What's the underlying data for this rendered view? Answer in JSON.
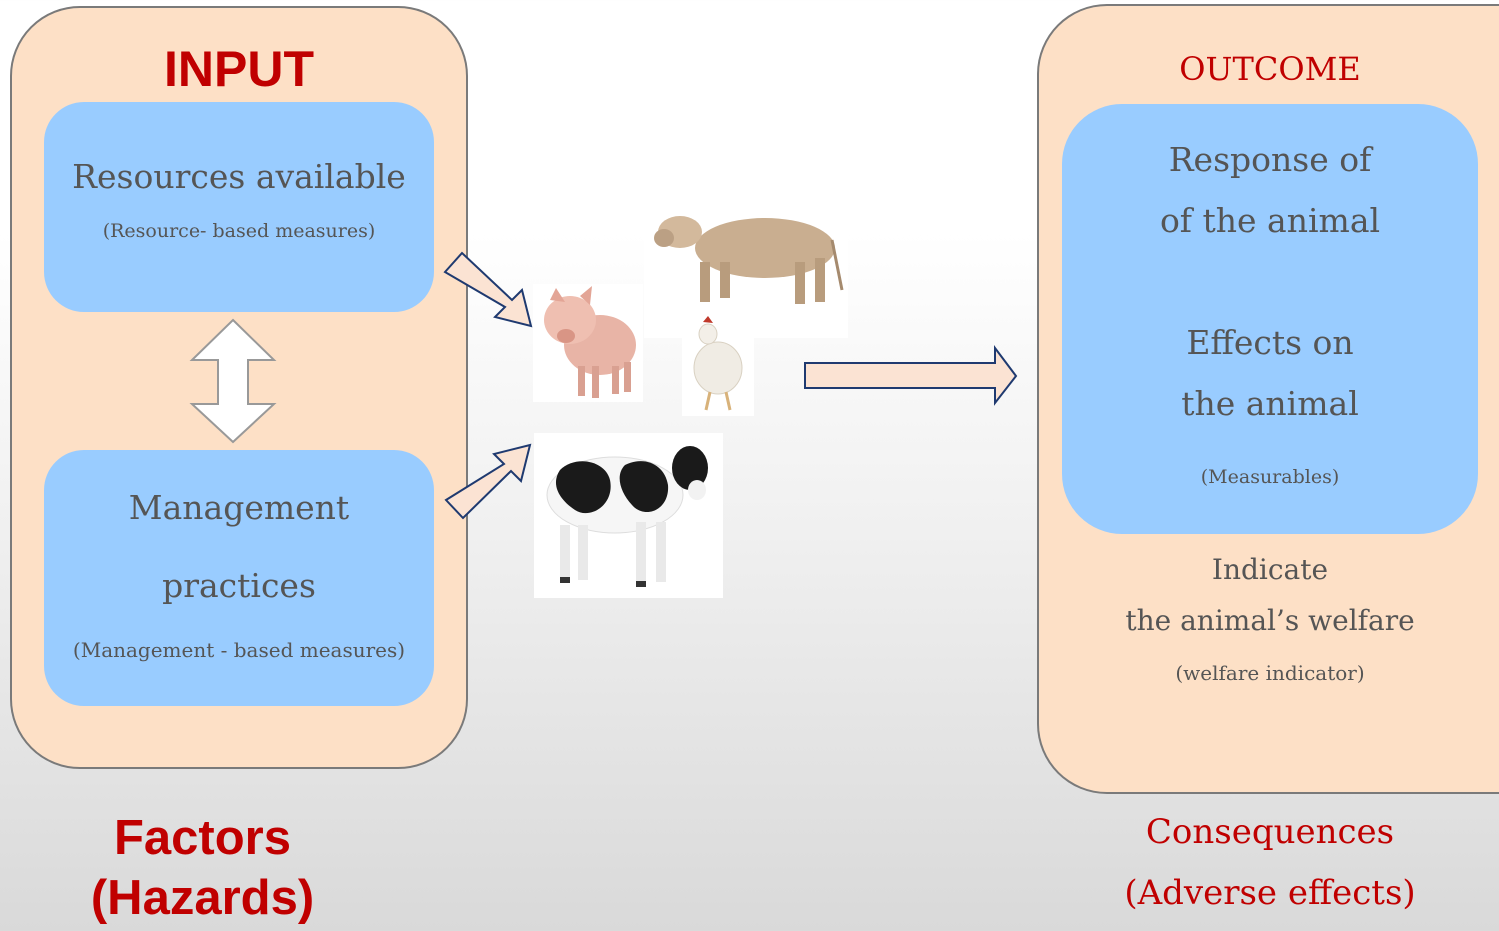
{
  "input": {
    "title": "INPUT",
    "resources": {
      "title": "Resources available",
      "sub": "(Resource- based measures)"
    },
    "management": {
      "line1": "Management",
      "line2": "practices",
      "sub": "(Management - based measures)"
    },
    "footer": {
      "line1": "Factors",
      "line2": "(Hazards)"
    }
  },
  "outcome": {
    "title": "OUTCOME",
    "box": {
      "line1": "Response of",
      "line2": "of the animal",
      "line3": "Effects on",
      "line4": "the animal",
      "sub": "(Measurables)"
    },
    "indicate": {
      "line1": "Indicate",
      "line2": "the animal’s welfare",
      "sub": "(welfare indicator)"
    },
    "footer": {
      "line1": "Consequences",
      "line2": "(Adverse effects)"
    }
  },
  "icons": [
    "pig-image",
    "beef-cattle-image",
    "chicken-image",
    "dairy-cow-image"
  ],
  "colors": {
    "panel": "#fde0c6",
    "box": "#99ccff",
    "title_red": "#c00000",
    "arrow_stroke": "#1f3a70"
  }
}
